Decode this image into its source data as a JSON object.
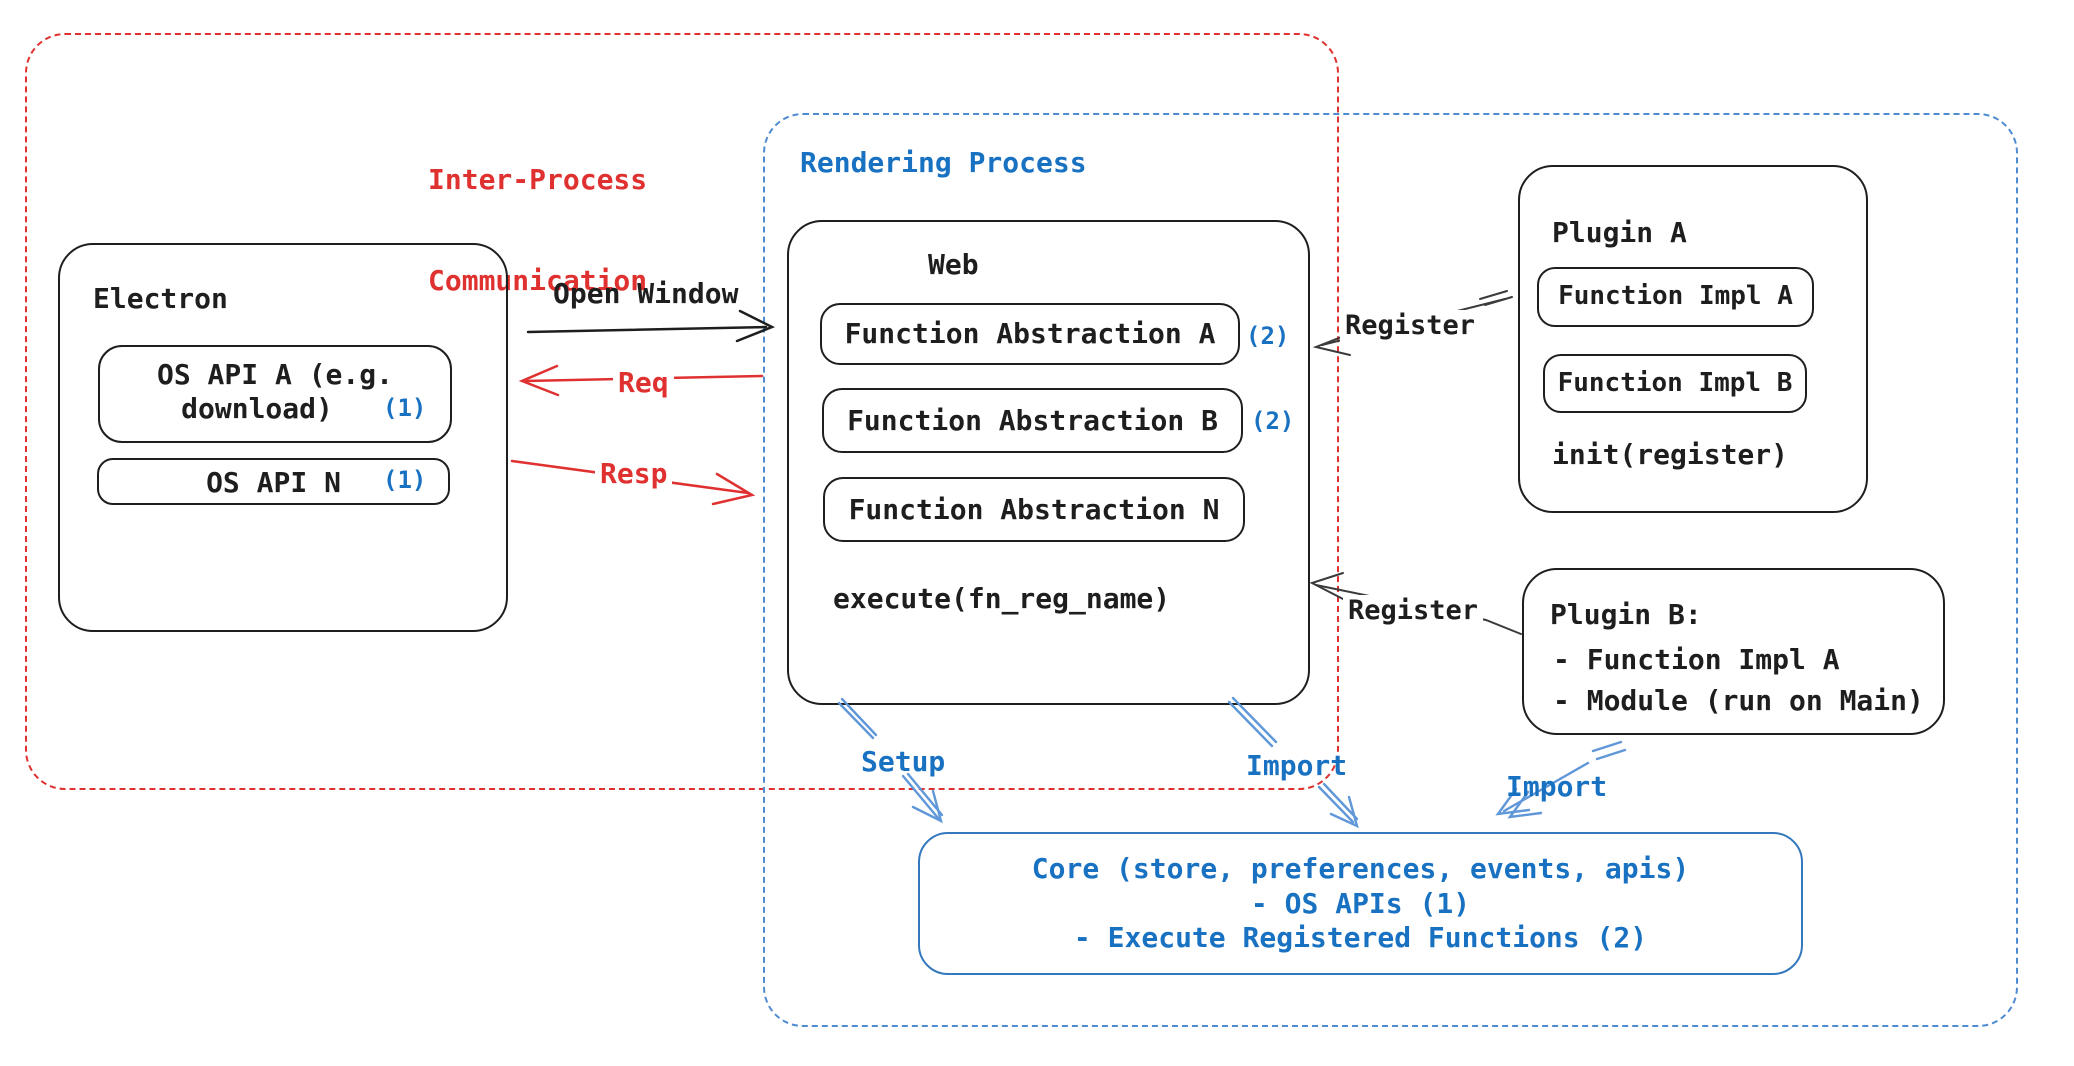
{
  "colors": {
    "black": "#1e1e1e",
    "red": "#e03131",
    "blue_text": "#1971c2",
    "blue_dash": "#4e8bd0",
    "blue_arrow": "#5f97d8"
  },
  "ipc_container": {
    "label_line1": "Inter-Process",
    "label_line2": "Communication"
  },
  "rendering_container": {
    "label": "Rendering Process"
  },
  "electron": {
    "title": "Electron",
    "api_a_line1": "OS API A (e.g.",
    "api_a_line2": "download)",
    "api_a_badge": "(1)",
    "api_n_label": "OS API N",
    "api_n_badge": "(1)"
  },
  "web": {
    "title": "Web",
    "fn_abstraction_a": "Function Abstraction A",
    "fn_abstraction_a_badge": "(2)",
    "fn_abstraction_b": "Function Abstraction B",
    "fn_abstraction_b_badge": "(2)",
    "fn_abstraction_n": "Function Abstraction N",
    "execute_label": "execute(fn_reg_name)"
  },
  "plugin_a": {
    "title": "Plugin A",
    "fn_impl_a": "Function Impl A",
    "fn_impl_b": "Function Impl B",
    "init_label": "init(register)"
  },
  "plugin_b": {
    "title": "Plugin B:",
    "item1": "- Function Impl A",
    "item2": "- Module (run on Main)"
  },
  "core": {
    "line1": "Core (store, preferences, events, apis)",
    "line2": "- OS APIs (1)",
    "line3": "- Execute Registered Functions (2)"
  },
  "arrows": {
    "open_window": "Open Window",
    "req": "Req",
    "resp": "Resp",
    "register_plugin_a": "Register",
    "register_plugin_b": "Register",
    "setup": "Setup",
    "import_web": "Import",
    "import_plugin_b": "Import"
  }
}
